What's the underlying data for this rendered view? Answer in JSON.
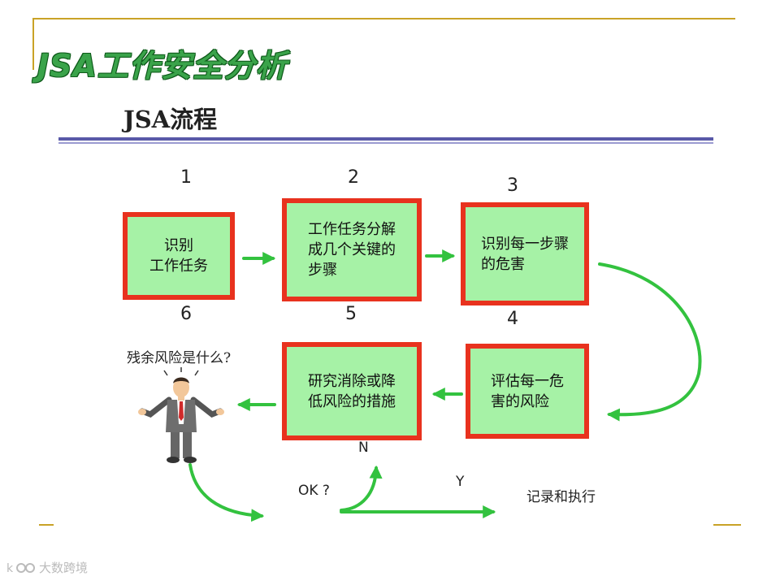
{
  "slide": {
    "title": "JSA工作安全分析"
  },
  "flow": {
    "title": "JSA流程"
  },
  "steps": [
    {
      "num": "1",
      "text": "识别\n工作任务"
    },
    {
      "num": "2",
      "text": "工作任务分解\n成几个关键的\n步骤"
    },
    {
      "num": "3",
      "text": "识别每一步骤\n的危害"
    },
    {
      "num": "4",
      "text": "评估每一危\n害的风险"
    },
    {
      "num": "5",
      "text": "研究消除或降\n低风险的措施"
    },
    {
      "num": "6"
    }
  ],
  "residual_question": "残余风险是什么?",
  "decision": {
    "ok_label": "OK ?",
    "no_label": "N",
    "yes_label": "Y"
  },
  "outcome": "记录和执行",
  "watermark": "大数跨境",
  "colors": {
    "box_fill": "#a6f2a6",
    "box_border": "#e8321e",
    "arrow": "#33c23f",
    "rule": "#5959a8",
    "frame": "#c9a227",
    "title": "#3aa34a"
  }
}
